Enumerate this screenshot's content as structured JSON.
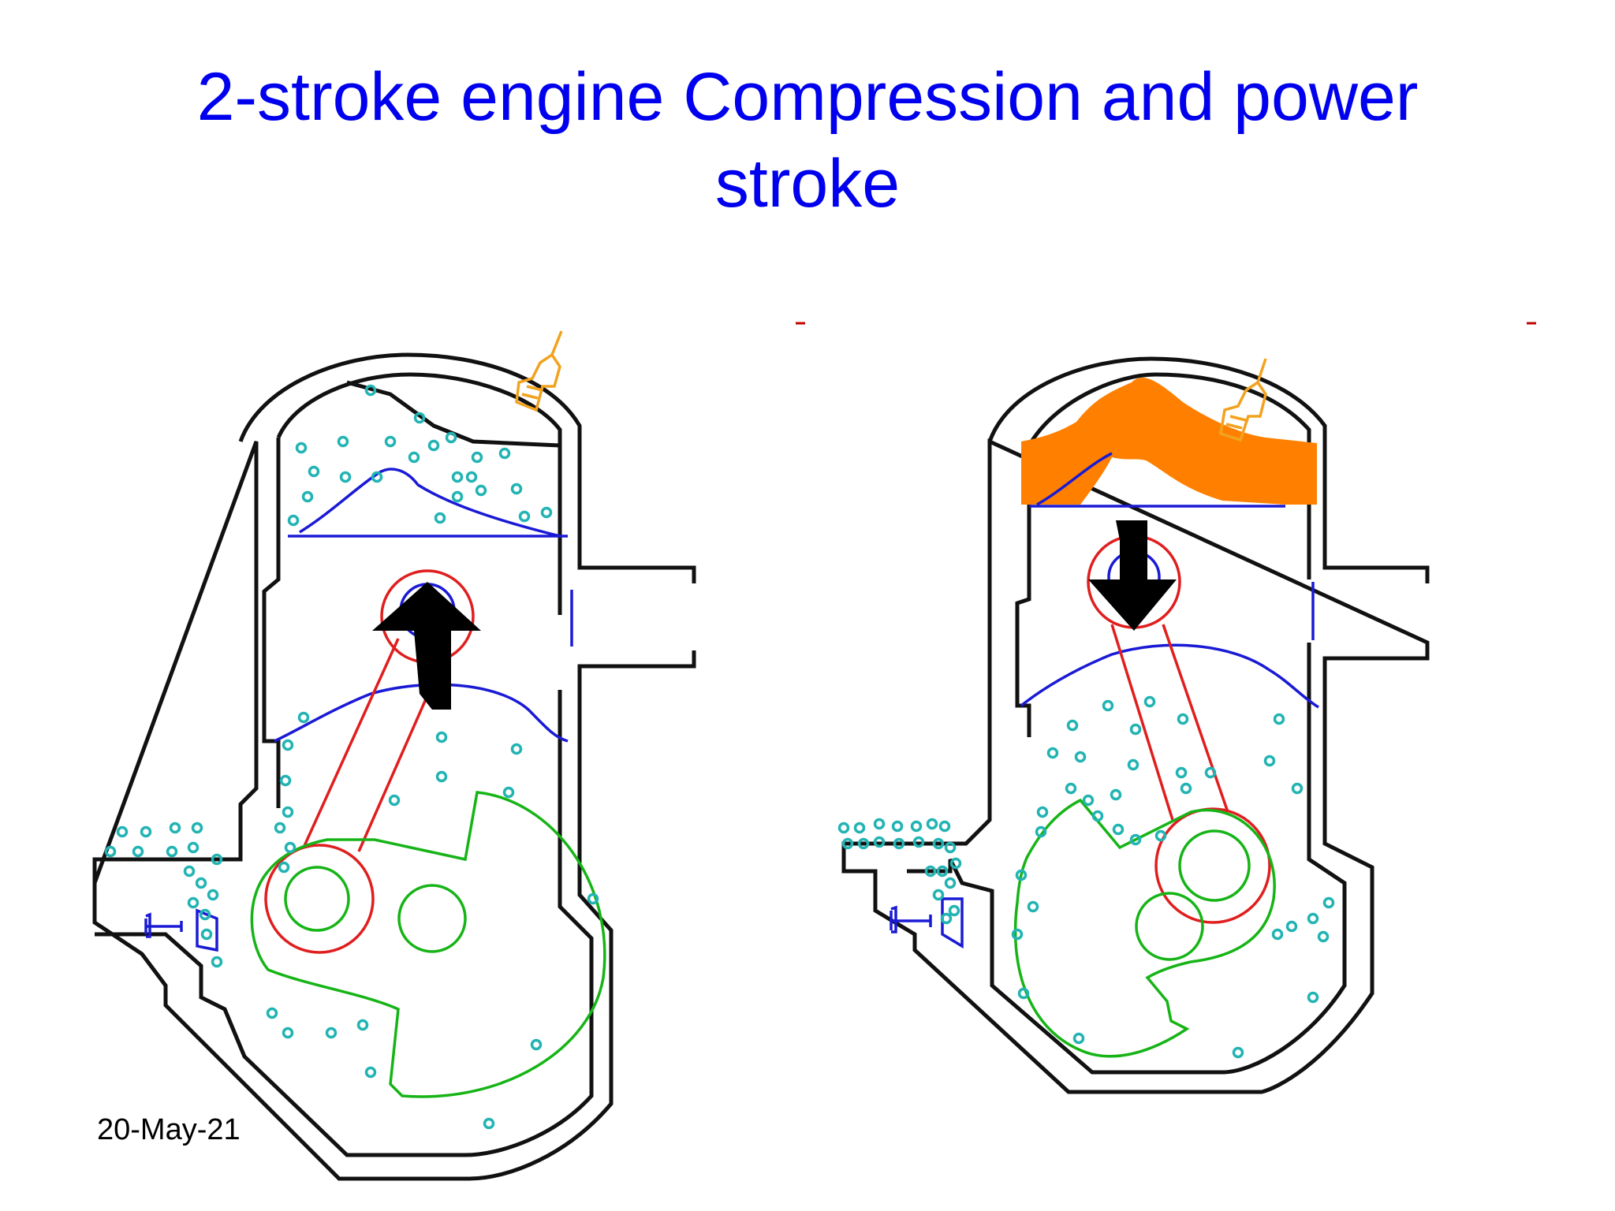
{
  "slide": {
    "title_line1": "2-stroke engine Compression and power",
    "title_line2": "stroke",
    "date": "20-May-21"
  },
  "colors": {
    "title": "#0000ee",
    "walls": "#111111",
    "piston": "#1a1ad6",
    "connecting_rod": "#e01e1e",
    "crankshaft": "#16b416",
    "mixture_particles": "#22b3b3",
    "spark_plug": "#f2a21e",
    "combustion_flame": "#ff8000",
    "direction_arrow": "#000000"
  },
  "diagrams": [
    {
      "stage": "compression",
      "arrow_direction": "up",
      "combustion_shown": false
    },
    {
      "stage": "power",
      "arrow_direction": "down",
      "combustion_shown": true
    }
  ]
}
